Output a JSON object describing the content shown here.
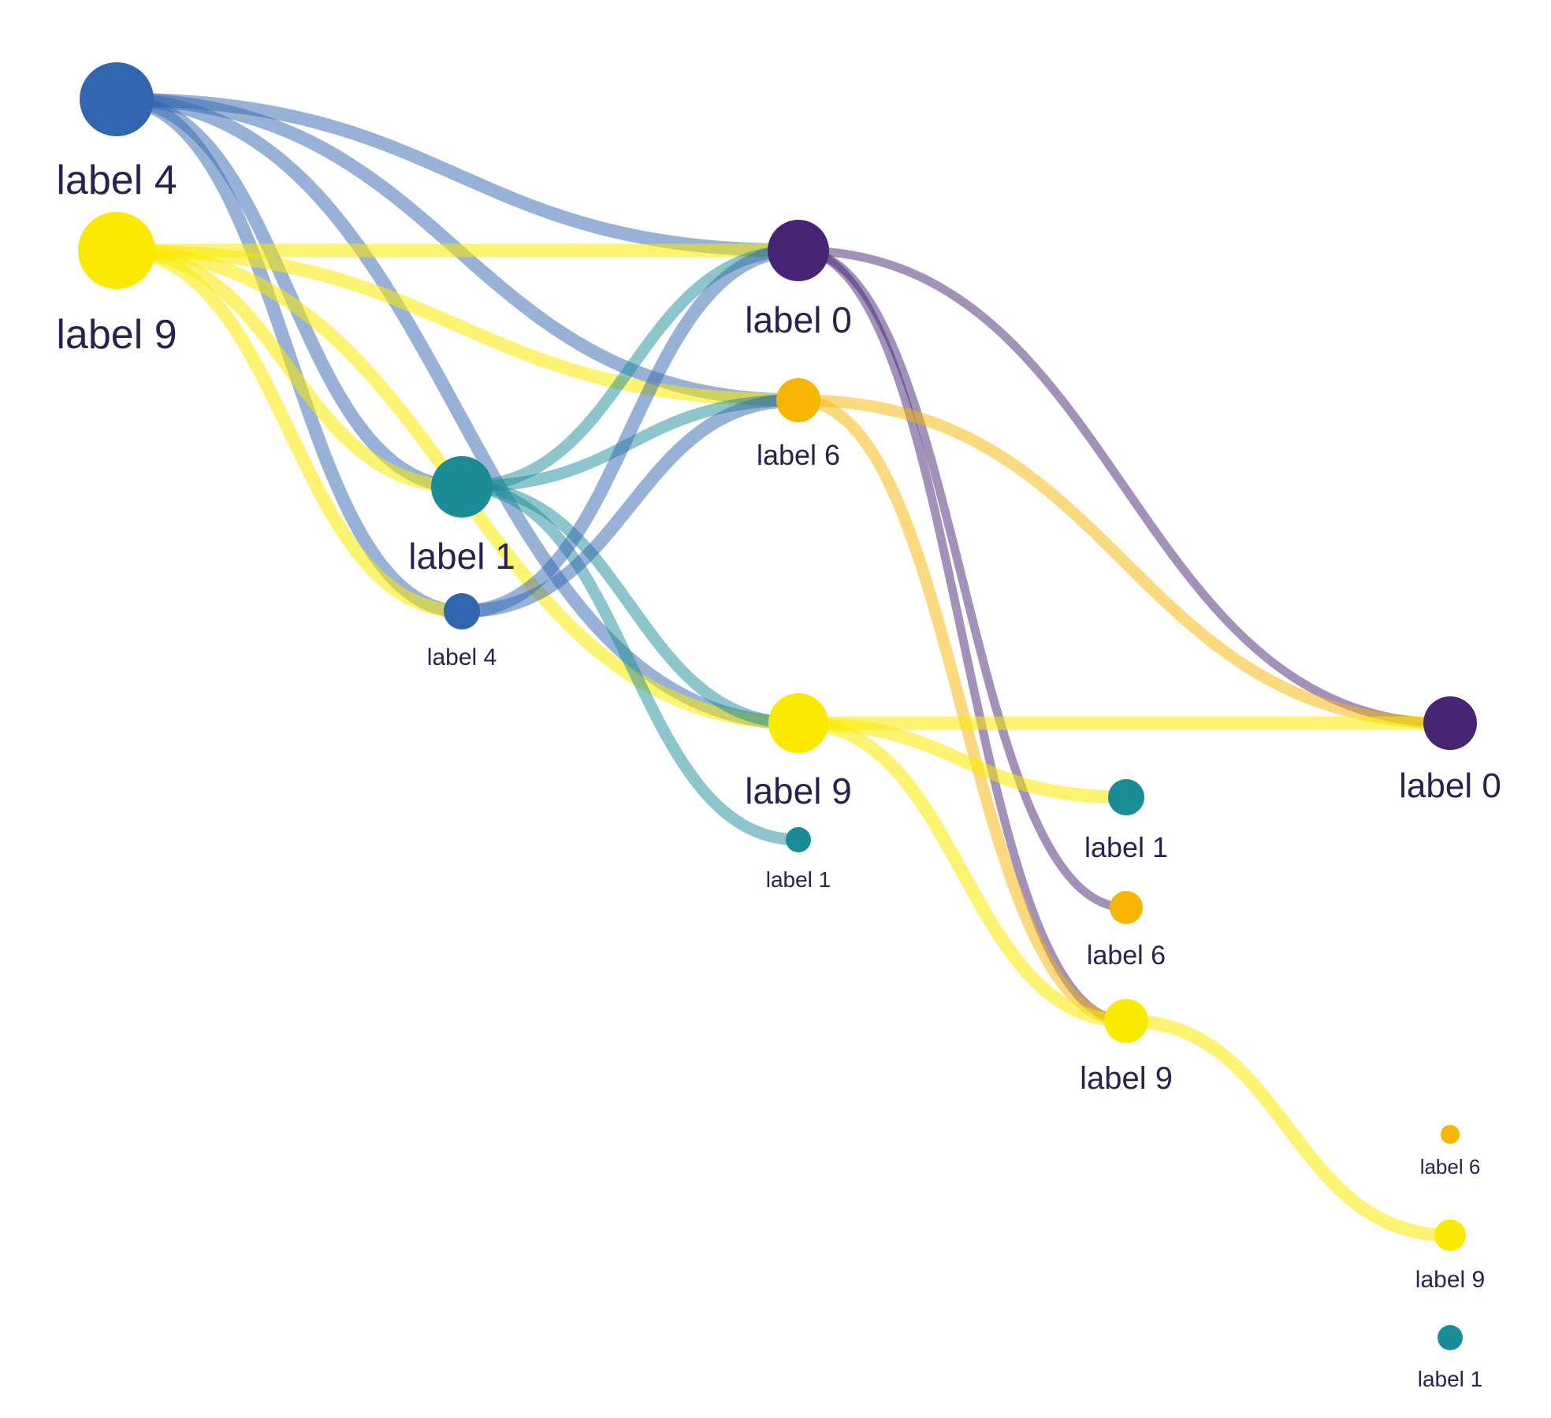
{
  "colors": {
    "purple": "#482475",
    "blue": "#3165b0",
    "teal": "#1a8c98",
    "orange": "#f7b500",
    "yellow": "#fbe900",
    "label": "#2b2150"
  },
  "levels": [
    {
      "id": "A",
      "nodes": [
        {
          "id": "A4",
          "label": "label 4",
          "color": "blue"
        },
        {
          "id": "A9",
          "label": "label 9",
          "color": "yellow"
        }
      ]
    },
    {
      "id": "B",
      "nodes": [
        {
          "id": "B1",
          "label": "label 1",
          "color": "teal"
        },
        {
          "id": "B4",
          "label": "label 4",
          "color": "blue"
        }
      ]
    },
    {
      "id": "C",
      "nodes": [
        {
          "id": "C0",
          "label": "label 0",
          "color": "purple"
        },
        {
          "id": "C6",
          "label": "label 6",
          "color": "orange"
        },
        {
          "id": "C9",
          "label": "label 9",
          "color": "yellow"
        },
        {
          "id": "C1",
          "label": "label 1",
          "color": "teal"
        }
      ]
    },
    {
      "id": "D",
      "nodes": [
        {
          "id": "D1",
          "label": "label 1",
          "color": "teal"
        },
        {
          "id": "D6",
          "label": "label 6",
          "color": "orange"
        },
        {
          "id": "D9",
          "label": "label 9",
          "color": "yellow"
        }
      ]
    },
    {
      "id": "E",
      "nodes": [
        {
          "id": "E0",
          "label": "label 0",
          "color": "purple"
        },
        {
          "id": "E6",
          "label": "label 6",
          "color": "orange"
        },
        {
          "id": "E9",
          "label": "label 9",
          "color": "yellow"
        },
        {
          "id": "E1",
          "label": "label 1",
          "color": "teal"
        }
      ]
    }
  ],
  "edges": [
    {
      "source": "A4",
      "target": "C0"
    },
    {
      "source": "A4",
      "target": "C6"
    },
    {
      "source": "A4",
      "target": "B1"
    },
    {
      "source": "A4",
      "target": "B4"
    },
    {
      "source": "A4",
      "target": "C9"
    },
    {
      "source": "A9",
      "target": "C0"
    },
    {
      "source": "A9",
      "target": "C6"
    },
    {
      "source": "A9",
      "target": "B1"
    },
    {
      "source": "A9",
      "target": "B4"
    },
    {
      "source": "A9",
      "target": "C9"
    },
    {
      "source": "B1",
      "target": "C0"
    },
    {
      "source": "B1",
      "target": "C6"
    },
    {
      "source": "B1",
      "target": "C9"
    },
    {
      "source": "B1",
      "target": "C1"
    },
    {
      "source": "B4",
      "target": "C0"
    },
    {
      "source": "B4",
      "target": "C6"
    },
    {
      "source": "C0",
      "target": "E0"
    },
    {
      "source": "C0",
      "target": "D6"
    },
    {
      "source": "C0",
      "target": "D9"
    },
    {
      "source": "C6",
      "target": "E0"
    },
    {
      "source": "C6",
      "target": "D9"
    },
    {
      "source": "C9",
      "target": "E0"
    },
    {
      "source": "C9",
      "target": "D1"
    },
    {
      "source": "C9",
      "target": "D9"
    },
    {
      "source": "D9",
      "target": "E9"
    }
  ]
}
